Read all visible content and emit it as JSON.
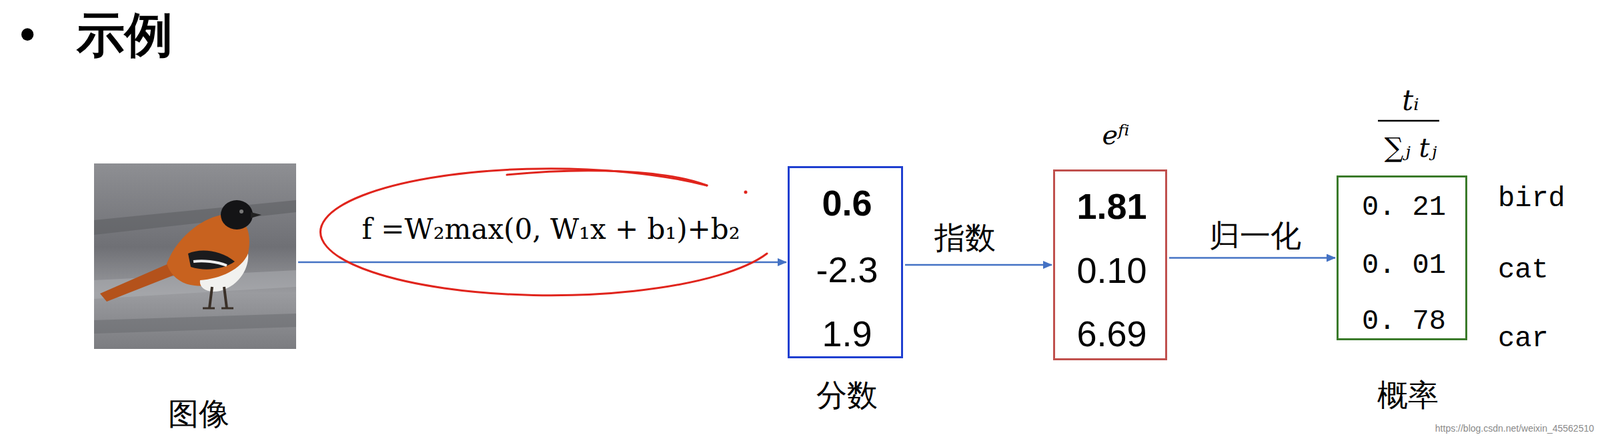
{
  "diagram": {
    "title": "示例",
    "nodes": [
      {
        "text": [
          "图像"
        ]
      },
      {
        "text": [
          "0.6",
          "-2.3",
          "1.9",
          "分数"
        ]
      },
      {
        "text": [
          "eᶠⁱ",
          "1.81",
          "0.10",
          "6.69"
        ]
      },
      {
        "text": [
          "tᵢ",
          "∑ⱼ tⱼ",
          "0. 21",
          "0. 01",
          "0. 78",
          "概率"
        ]
      }
    ],
    "edges": [
      {
        "from": 0,
        "to": 1,
        "label": "f =W₂max(0, W₁x + b₁)+b₂",
        "arrow": "to"
      },
      {
        "from": 1,
        "to": 2,
        "label": "指数",
        "arrow": "to"
      },
      {
        "from": 2,
        "to": 3,
        "label": "归一化",
        "arrow": "to"
      }
    ],
    "labels": [
      "•",
      "bird",
      "cat",
      "car",
      "https://blog.csdn.net/weixin_45562510"
    ]
  }
}
